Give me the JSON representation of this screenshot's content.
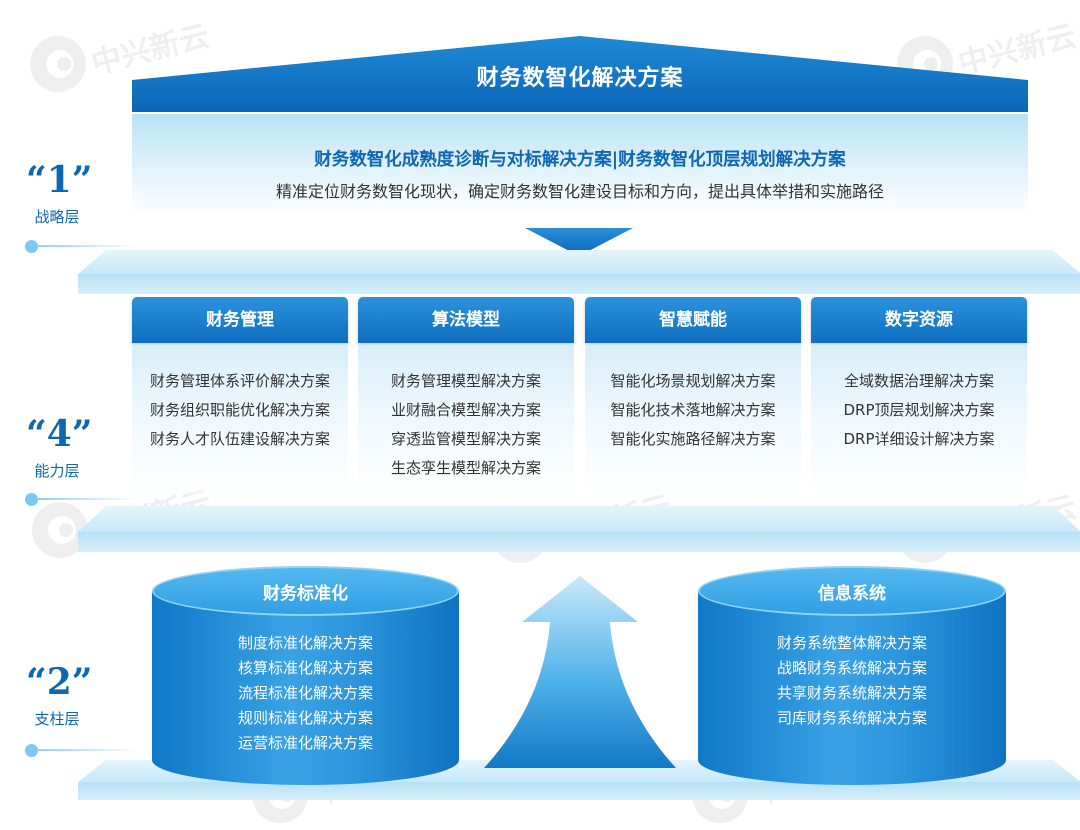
{
  "watermark": {
    "brand": "中兴新云"
  },
  "roof": {
    "title": "财务数智化解决方案"
  },
  "strategy": {
    "heading": "财务数智化成熟度诊断与对标解决方案|财务数智化顶层规划解决方案",
    "description": "精准定位财务数智化现状，确定财务数智化建设目标和方向，提出具体举措和实施路径"
  },
  "layers": [
    {
      "number": "“1”",
      "name": "战略层"
    },
    {
      "number": "“4”",
      "name": "能力层"
    },
    {
      "number": "“2”",
      "name": "支柱层"
    }
  ],
  "capabilities": [
    {
      "title": "财务管理",
      "items": [
        "财务管理体系评价解决方案",
        "财务组织职能优化解决方案",
        "财务人才队伍建设解决方案"
      ]
    },
    {
      "title": "算法模型",
      "items": [
        "财务管理模型解决方案",
        "业财融合模型解决方案",
        "穿透监管模型解决方案",
        "生态孪生模型解决方案"
      ]
    },
    {
      "title": "智慧赋能",
      "items": [
        "智能化场景规划解决方案",
        "智能化技术落地解决方案",
        "智能化实施路径解决方案"
      ]
    },
    {
      "title": "数字资源",
      "items": [
        "全域数据治理解决方案",
        "DRP顶层规划解决方案",
        "DRP详细设计解决方案"
      ]
    }
  ],
  "pillars": [
    {
      "title": "财务标准化",
      "items": [
        "制度标准化解决方案",
        "核算标准化解决方案",
        "流程标准化解决方案",
        "规则标准化解决方案",
        "运营标准化解决方案"
      ]
    },
    {
      "title": "信息系统",
      "items": [
        "财务系统整体解决方案",
        "战略财务系统解决方案",
        "共享财务系统解决方案",
        "司库财务系统解决方案"
      ]
    }
  ],
  "colors": {
    "primary_blue": "#0e6fc0",
    "label_blue": "#0e67b3",
    "light_band": "#c5e8f8",
    "text_dark": "#333333"
  }
}
